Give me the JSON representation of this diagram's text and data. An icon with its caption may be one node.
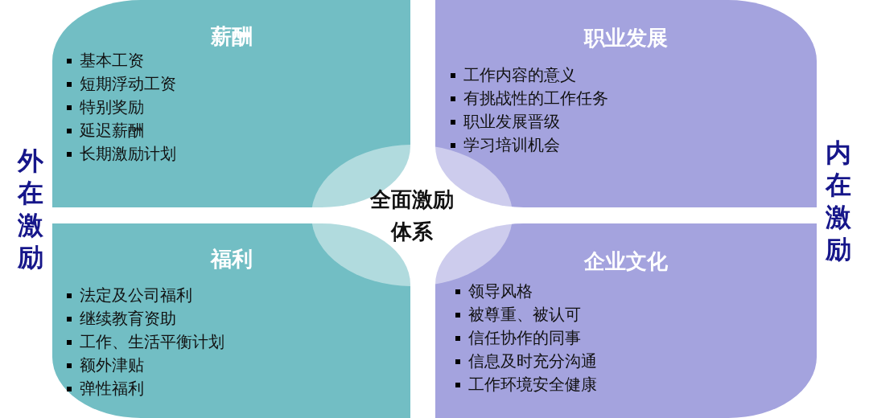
{
  "diagram": {
    "nodes": [
      {
        "text": [
          "薪酬",
          "基本工资",
          "短期浮动工资",
          "特别奖励",
          "延迟薪酬",
          "长期激励计划"
        ]
      },
      {
        "text": [
          "职业发展",
          "工作内容的意义",
          "有挑战性的工作任务",
          "职业发展晋级",
          "学习培训机会"
        ]
      },
      {
        "text": [
          "全面激励体系"
        ]
      },
      {
        "text": [
          "福利",
          "法定及公司福利",
          "继续教育资助",
          "工作、生活平衡计划",
          "额外津贴",
          "弹性福利"
        ]
      },
      {
        "text": [
          "企业文化",
          "领导风格",
          "被尊重、被认可",
          "信任协作的同事",
          "信息及时充分沟通",
          "工作环境安全健康"
        ]
      }
    ],
    "labels": [
      "外在激励",
      "内在激励"
    ]
  }
}
